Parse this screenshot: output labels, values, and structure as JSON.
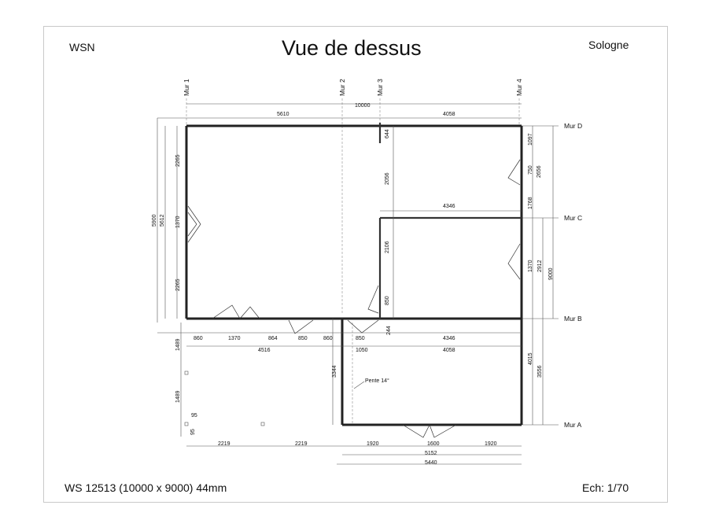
{
  "header": {
    "left_label": "WSN",
    "title": "Vue de dessus",
    "right_label": "Sologne"
  },
  "footer": {
    "reference": "WS 12513 (10000 x 9000) 44mm",
    "scale": "Ech: 1/70"
  },
  "axes": {
    "mur1": "Mur 1",
    "mur2": "Mur 2",
    "mur3": "Mur 3",
    "mur4": "Mur 4",
    "murA": "Mur A",
    "murB": "Mur B",
    "murC": "Mur C",
    "murD": "Mur D"
  },
  "annotations": {
    "slope": "Pente 14°"
  },
  "dimensions": {
    "top_total": "10000",
    "top_left": "5610",
    "top_right": "4058",
    "mid_4346": "4346",
    "b860a": "860",
    "b1370": "1370",
    "b864": "864",
    "b850a": "850",
    "b860b": "860",
    "b850b": "850",
    "b244": "244",
    "b4346": "4346",
    "b4516": "4516",
    "b1050": "1050",
    "b4058": "4058",
    "bot2219a": "2219",
    "bot2219b": "2219",
    "bot1920a": "1920",
    "bot1600": "1600",
    "bot1920b": "1920",
    "bot5152": "5152",
    "bot5440": "5440",
    "l5900": "5900",
    "l5612": "5612",
    "l2265a": "2265",
    "l1370": "1370",
    "l2265b": "2265",
    "i644": "644",
    "i2056": "2056",
    "i2106": "2106",
    "i850": "850",
    "r1097": "1097",
    "r2656": "2656",
    "r750": "750",
    "r1768": "1768",
    "r1370": "1370",
    "r2912": "2912",
    "r9000": "9000",
    "r4015": "4015",
    "r3556": "3556",
    "p3344": "3344",
    "t1489a": "1489",
    "t1489b": "1489",
    "t95a": "95",
    "t95b": "95"
  }
}
